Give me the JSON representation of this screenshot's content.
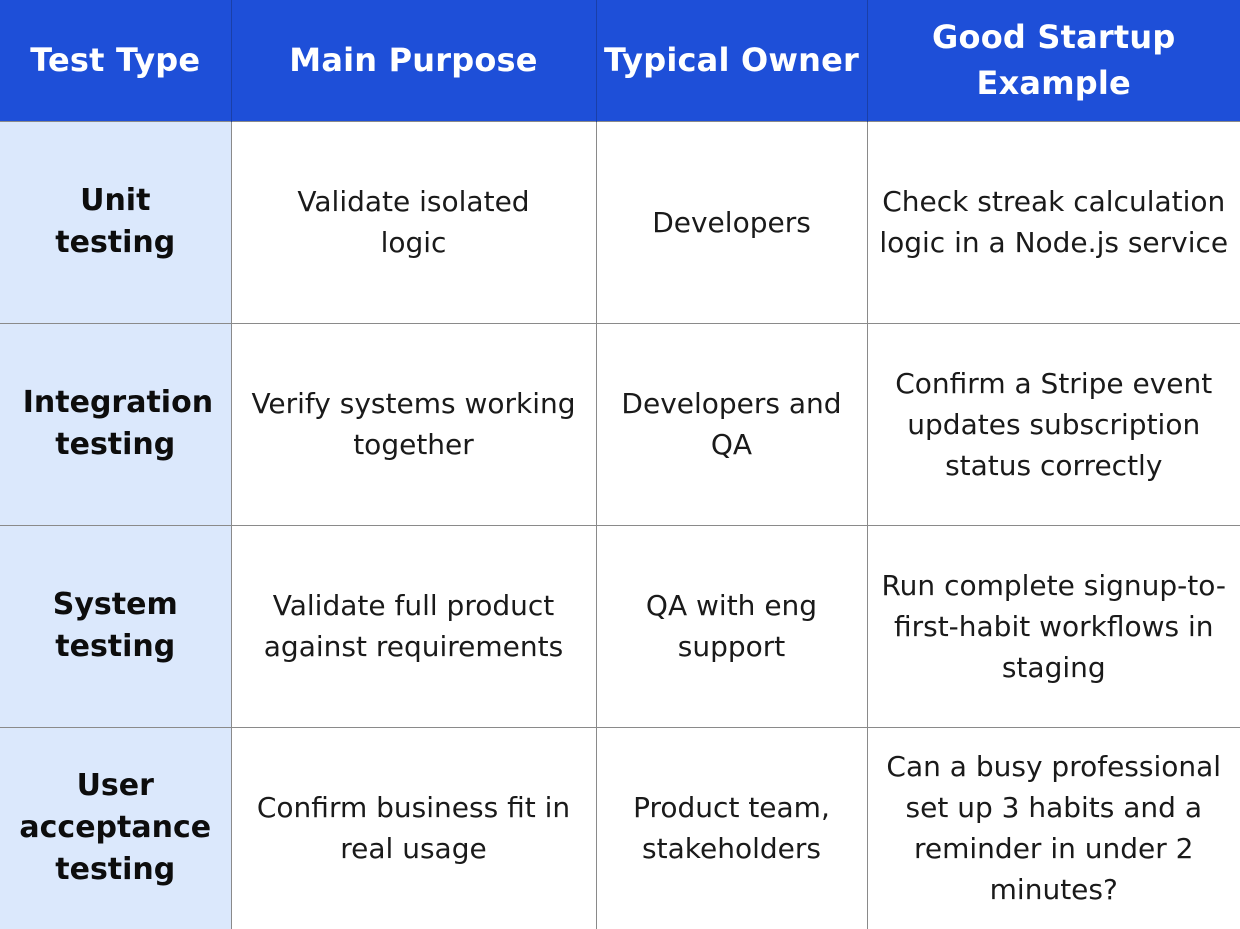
{
  "table": {
    "headers": {
      "test_type": "Test Type",
      "main_purpose": "Main Purpose",
      "typical_owner": "Typical Owner",
      "example": "Good Startup Example"
    },
    "rows": [
      {
        "test_type": "Unit testing",
        "purpose": "Validate isolated logic",
        "owner": "Developers",
        "example": "Check streak calculation logic in a Node.js service"
      },
      {
        "test_type": "Integration testing",
        "purpose": "Verify systems working together",
        "owner": "Developers and QA",
        "example": "Confirm a Stripe event updates subscription status correctly"
      },
      {
        "test_type": "System testing",
        "purpose": "Validate full product against requirements",
        "owner": "QA with eng support",
        "example": "Run complete signup-to-first-habit workflows in staging"
      },
      {
        "test_type": "User acceptance testing",
        "purpose": "Confirm business fit in real usage",
        "owner": "Product team, stakeholders",
        "example": "Can a busy professional set up 3 habits and a reminder in under 2 minutes?"
      }
    ]
  },
  "colors": {
    "header_background": "#1e4fd8",
    "header_text": "#ffffff",
    "first_column_background": "#dbe8fc",
    "grid_lines": "#8a8a8a"
  }
}
